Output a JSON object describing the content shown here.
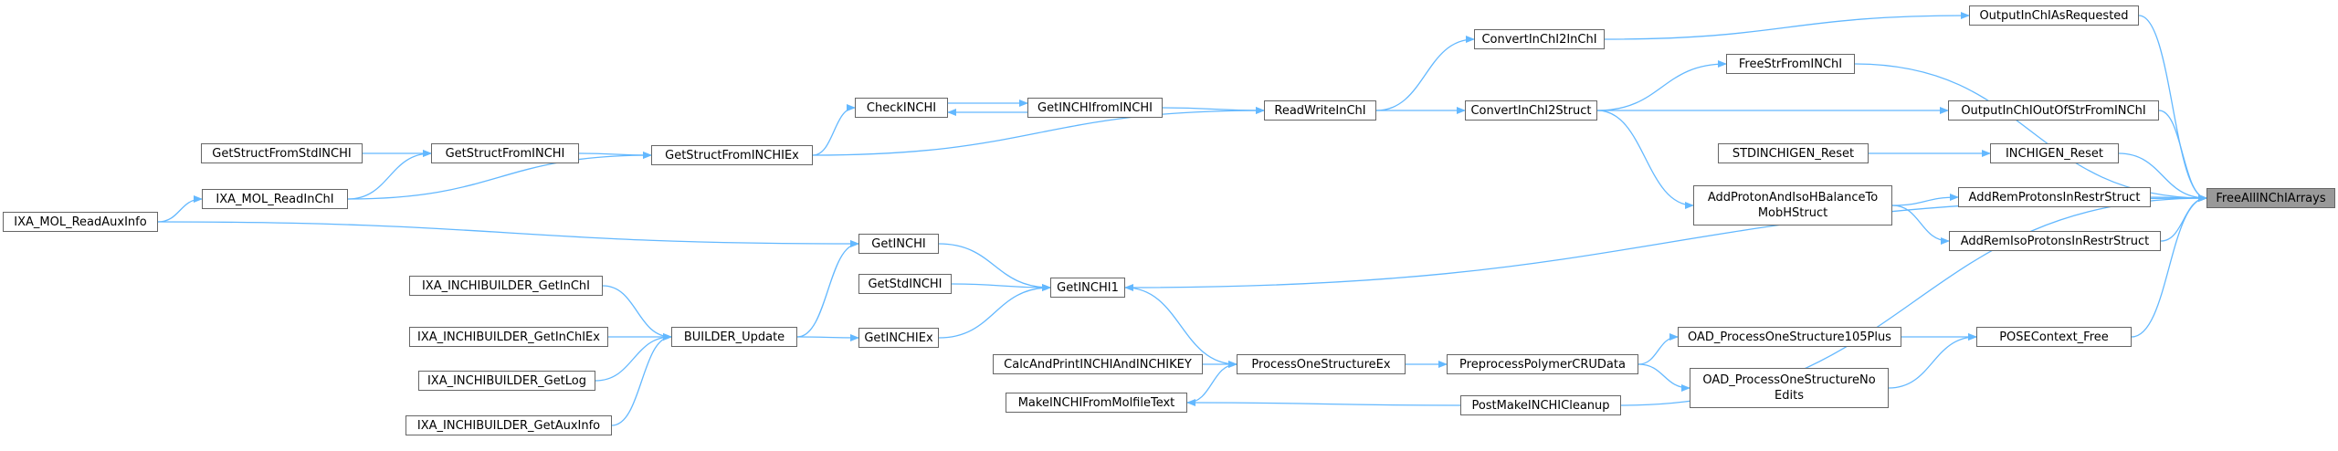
{
  "colors": {
    "edge": "#63b8ff",
    "node_border": "#666666",
    "root_fill": "#999999"
  },
  "nodes": {
    "free_all": "FreeAllINChIArrays",
    "output_req": "OutputInChIAsRequested",
    "output_out": "OutputInChIOutOfStrFromINChI",
    "inchigen_reset": "INCHIGEN_Reset",
    "stdinchigen_reset": "STDINCHIGEN_Reset",
    "add_rem_protons": "AddRemProtonsInRestrStruct",
    "add_rem_iso": "AddRemIsoProtonsInRestrStruct",
    "add_proton_mob": "AddProtonAndIsoHBalanceTo\nMobHStruct",
    "convert_struct": "ConvertInChI2Struct",
    "convert_inchi": "ConvertInChI2InChI",
    "free_str": "FreeStrFromINChI",
    "read_write": "ReadWriteInChI",
    "get_inchi_from": "GetINCHIfromINCHI",
    "check_inchi": "CheckINCHI",
    "get_struct_ex": "GetStructFromINCHIEx",
    "get_struct": "GetStructFromINCHI",
    "get_struct_std": "GetStructFromStdINCHI",
    "ixa_mol_read": "IXA_MOL_ReadInChI",
    "ixa_mol_aux": "IXA_MOL_ReadAuxInfo",
    "get_inchi": "GetINCHI",
    "get_std_inchi": "GetStdINCHI",
    "get_inchi_ex": "GetINCHIEx",
    "get_inchi1": "GetINCHI1",
    "builder_update": "BUILDER_Update",
    "ixa_get_inchi": "IXA_INCHIBUILDER_GetInChI",
    "ixa_get_inchi_ex": "IXA_INCHIBUILDER_GetInChIEx",
    "ixa_get_log": "IXA_INCHIBUILDER_GetLog",
    "ixa_get_aux": "IXA_INCHIBUILDER_GetAuxInfo",
    "pose_free": "POSEContext_Free",
    "oad_105": "OAD_ProcessOneStructure105Plus",
    "oad_no_edits": "OAD_ProcessOneStructureNo\nEdits",
    "preprocess": "PreprocessPolymerCRUData",
    "process_one": "ProcessOneStructureEx",
    "calc_print": "CalcAndPrintINCHIAndINCHIKEY",
    "make_molfile": "MakeINCHIFromMolfileText",
    "post_make": "PostMakeINCHICleanup"
  }
}
